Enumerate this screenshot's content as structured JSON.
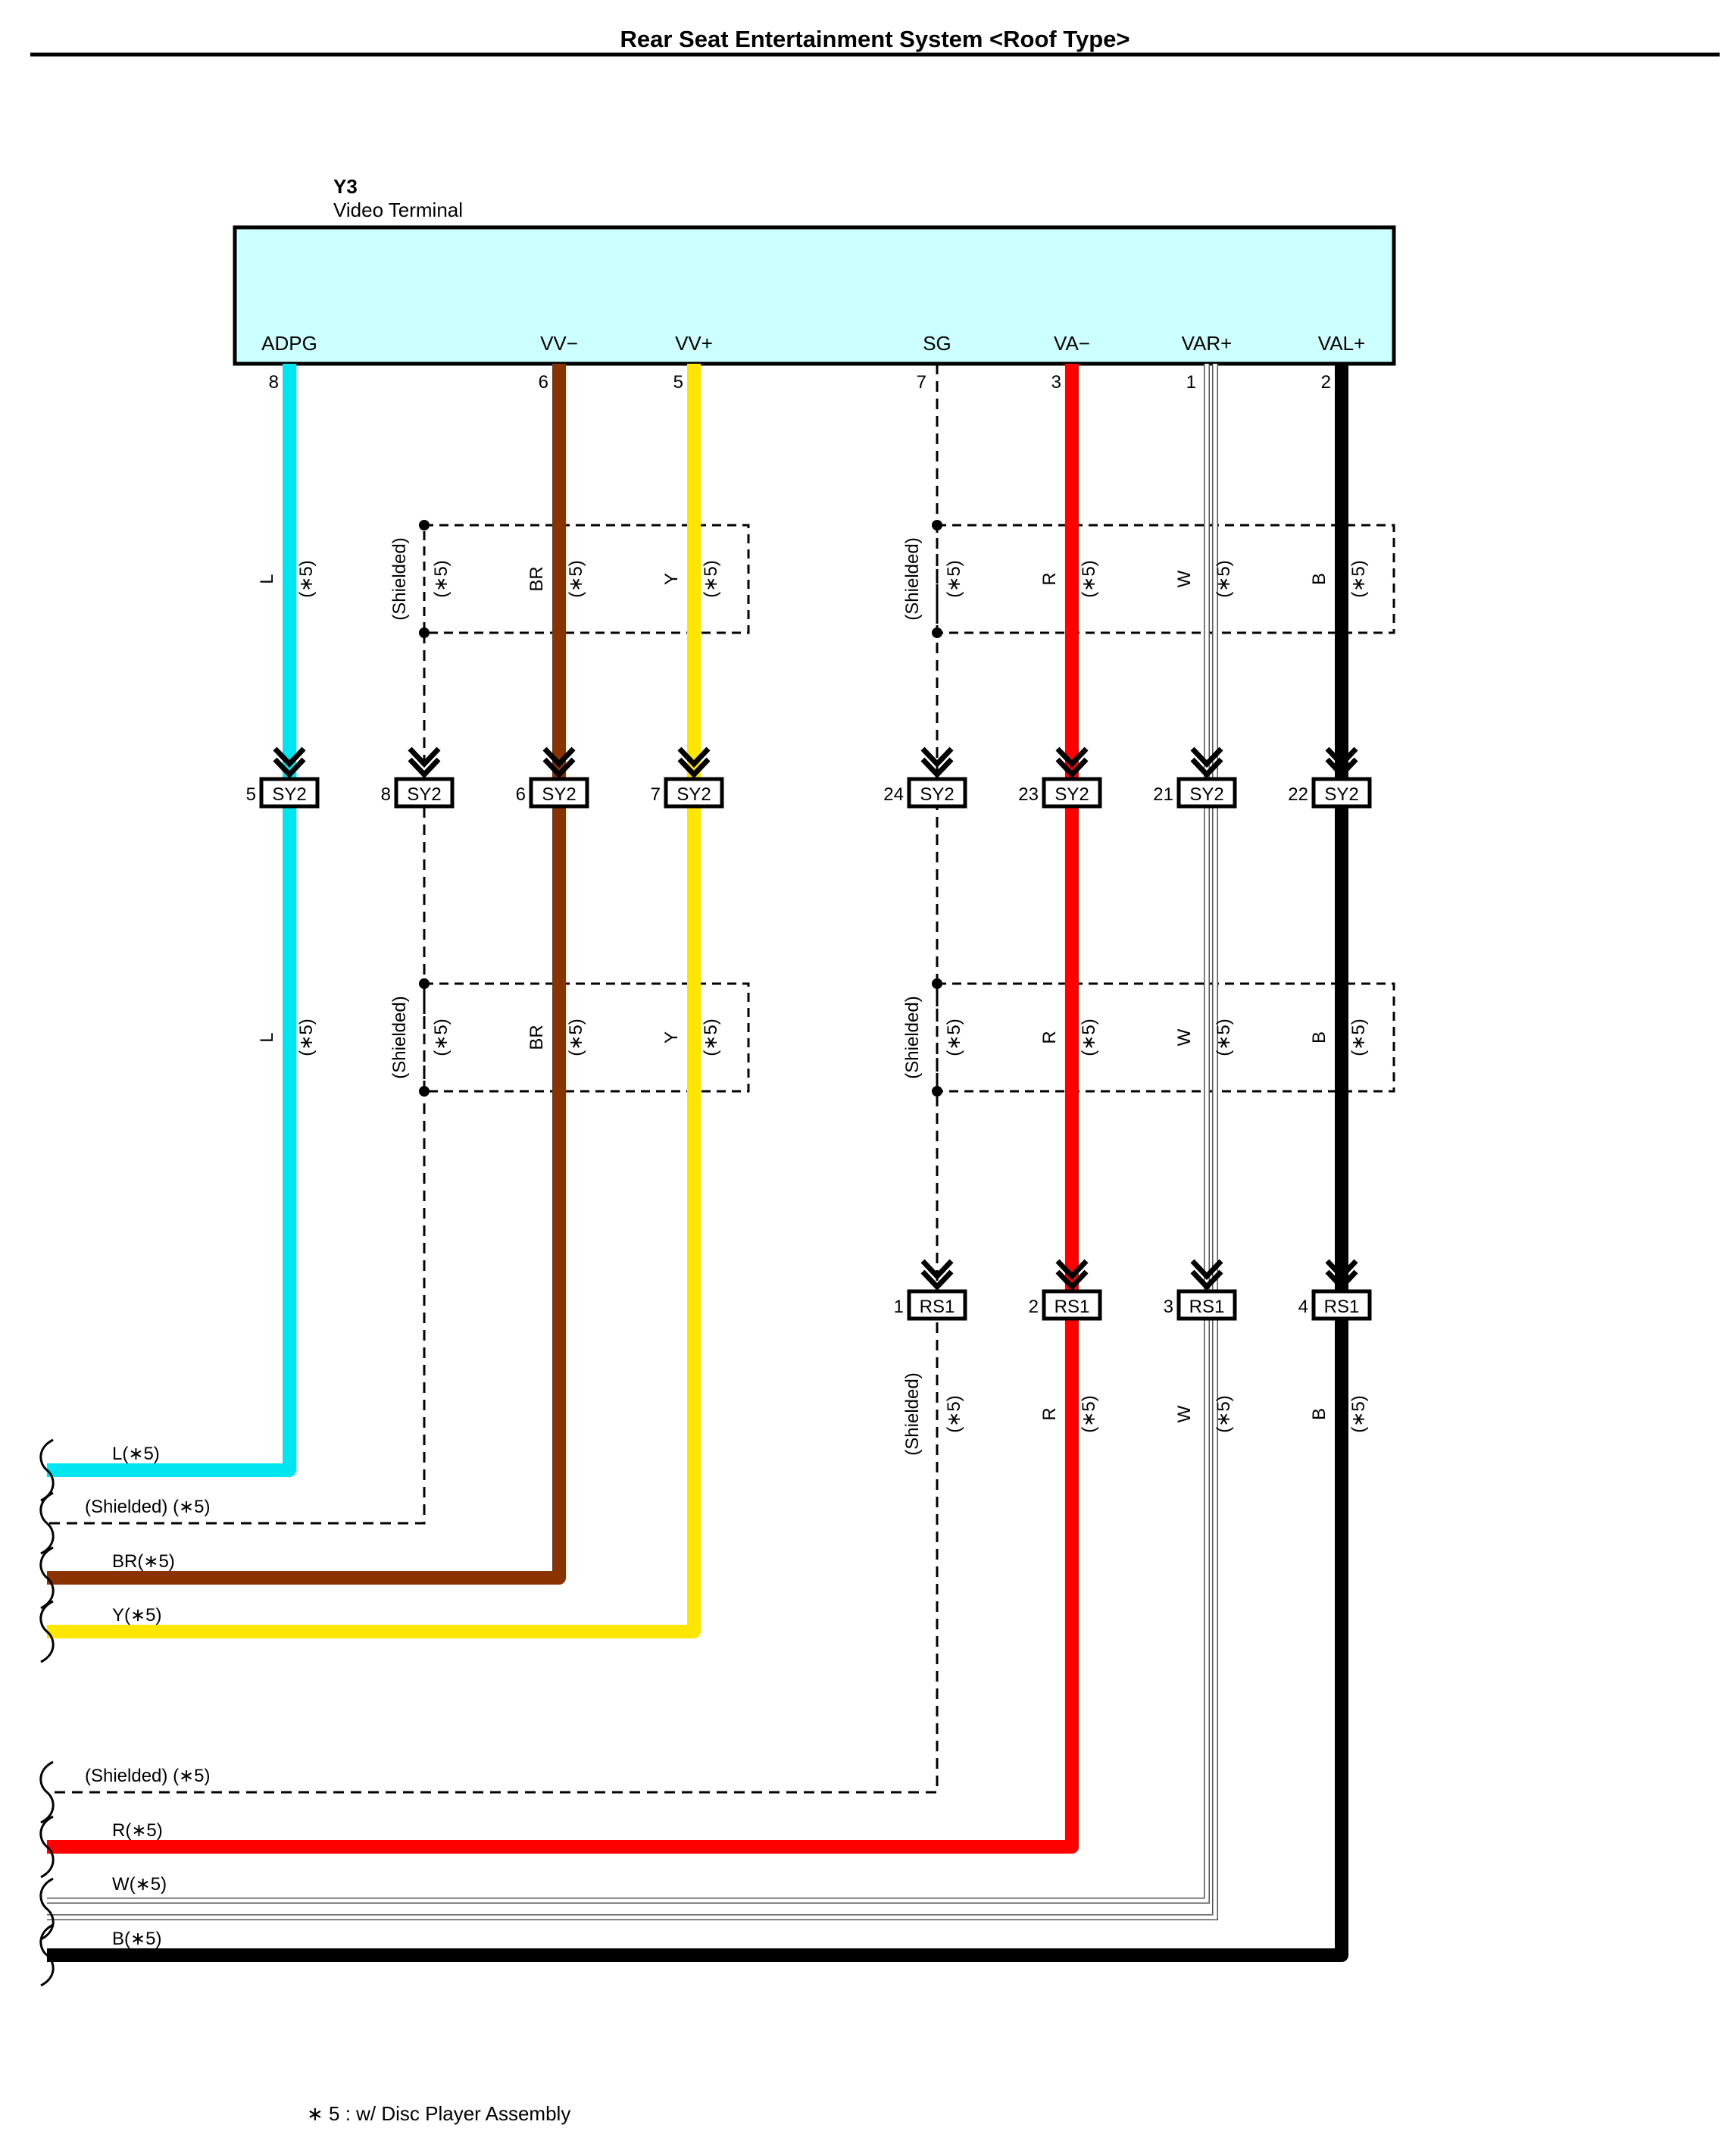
{
  "page_title": "Rear Seat Entertainment System <Roof Type>",
  "component": {
    "id": "Y3",
    "name": "Video Terminal",
    "fill": "#ccffff"
  },
  "wires": [
    {
      "key": "adpg",
      "terminal_name": "ADPG",
      "pin": "8",
      "color_code": "L",
      "color": "#00e5f0",
      "style": "thick",
      "sy2_pin": "5",
      "rs1_pin": "",
      "end_label": "L(∗5)"
    },
    {
      "key": "shield-v",
      "terminal_name": "",
      "pin": "",
      "color_code": "(Shielded)",
      "color": "#000000",
      "style": "dashed",
      "sy2_pin": "8",
      "rs1_pin": "",
      "end_label": "(Shielded) (∗5)"
    },
    {
      "key": "vv-minus",
      "terminal_name": "VV−",
      "pin": "6",
      "color_code": "BR",
      "color": "#8b3300",
      "style": "thick",
      "sy2_pin": "6",
      "rs1_pin": "",
      "end_label": "BR(∗5)"
    },
    {
      "key": "vv-plus",
      "terminal_name": "VV+",
      "pin": "5",
      "color_code": "Y",
      "color": "#ffe600",
      "style": "thick",
      "sy2_pin": "7",
      "rs1_pin": "",
      "end_label": "Y(∗5)"
    },
    {
      "key": "sg",
      "terminal_name": "SG",
      "pin": "7",
      "color_code": "(Shielded)",
      "color": "#000000",
      "style": "dashed",
      "sy2_pin": "24",
      "rs1_pin": "1",
      "end_label": "(Shielded) (∗5)"
    },
    {
      "key": "va-minus",
      "terminal_name": "VA−",
      "pin": "3",
      "color_code": "R",
      "color": "#ff0000",
      "style": "thick",
      "sy2_pin": "23",
      "rs1_pin": "2",
      "end_label": "R(∗5)"
    },
    {
      "key": "var-plus",
      "terminal_name": "VAR+",
      "pin": "1",
      "color_code": "W",
      "color": "#ffffff",
      "style": "white",
      "sy2_pin": "21",
      "rs1_pin": "3",
      "end_label": "W(∗5)"
    },
    {
      "key": "val-plus",
      "terminal_name": "VAL+",
      "pin": "2",
      "color_code": "B",
      "color": "#000000",
      "style": "thick",
      "sy2_pin": "22",
      "rs1_pin": "4",
      "end_label": "B(∗5)"
    }
  ],
  "connectors": {
    "sy2": "SY2",
    "rs1": "RS1"
  },
  "shield_label": "(Shielded)",
  "option_mark": "(∗5)",
  "footnote": "∗ 5 : w/ Disc Player Assembly"
}
